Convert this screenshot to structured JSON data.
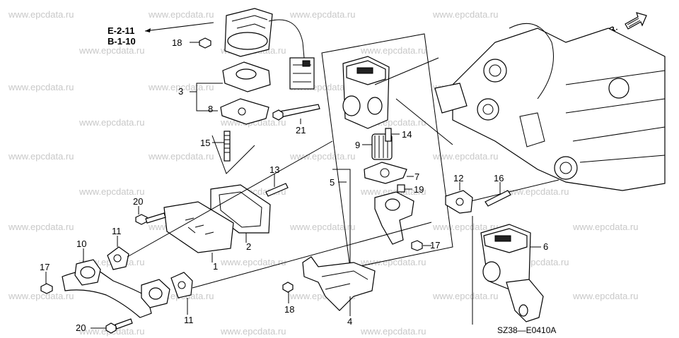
{
  "watermark": "www.epcdata.ru",
  "references": [
    "E-2-11",
    "B-1-10"
  ],
  "direction_label": "FR.",
  "diagram_code": "SZ38—E0410A",
  "callouts": {
    "c1": "1",
    "c2": "2",
    "c3": "3",
    "c4": "4",
    "c5": "5",
    "c6": "6",
    "c7": "7",
    "c8": "8",
    "c9": "9",
    "c10": "10",
    "c11a": "11",
    "c11b": "11",
    "c12": "12",
    "c13": "13",
    "c14": "14",
    "c15": "15",
    "c16": "16",
    "c17a": "17",
    "c17b": "17",
    "c18a": "18",
    "c18b": "18",
    "c19": "19",
    "c20a": "20",
    "c20b": "20",
    "c21": "21"
  }
}
